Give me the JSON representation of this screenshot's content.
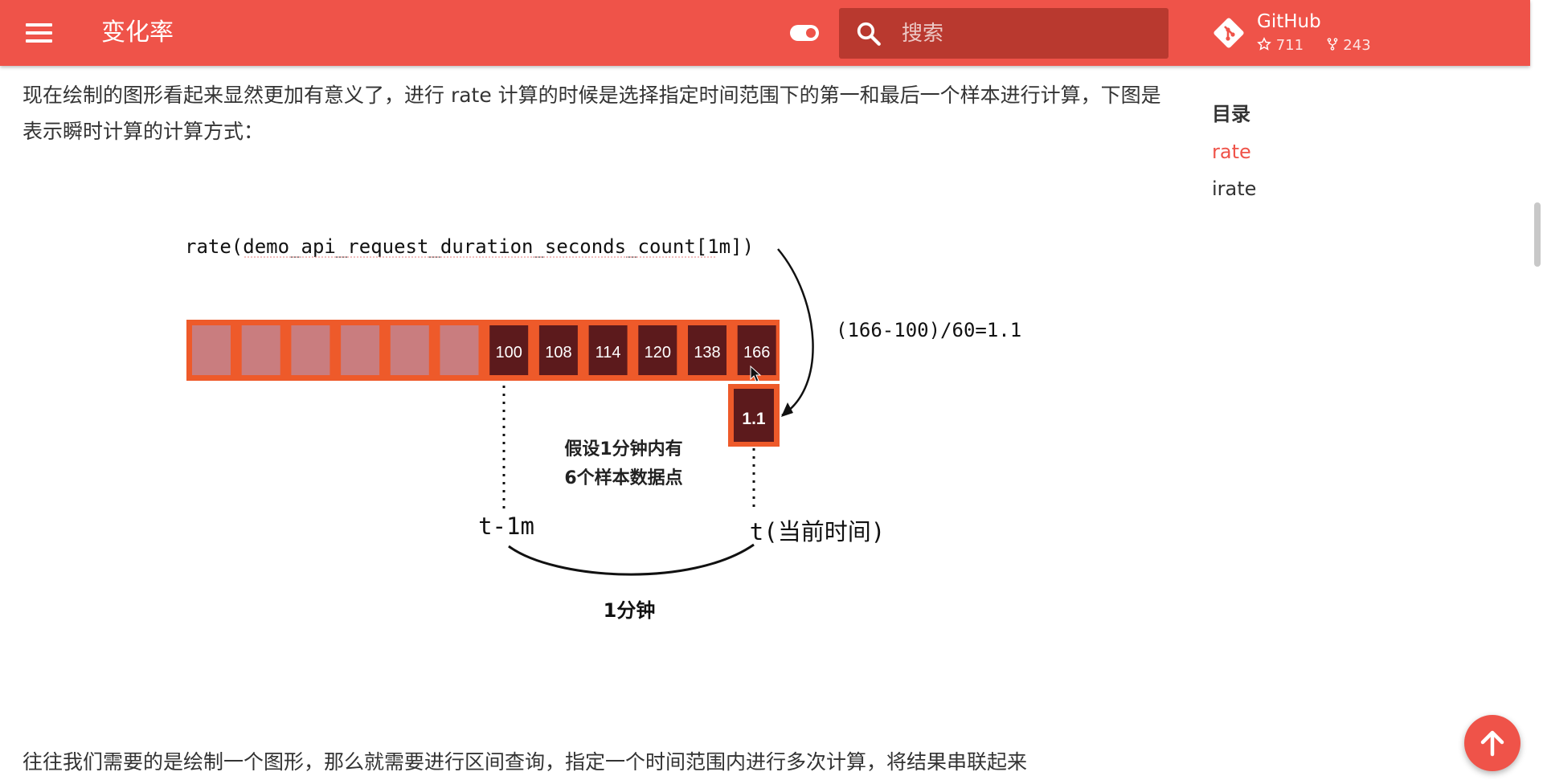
{
  "header": {
    "title": "变化率",
    "search_placeholder": "搜索",
    "repo": {
      "name": "GitHub",
      "stars": "711",
      "forks": "243"
    }
  },
  "main": {
    "para1": "现在绘制的图形看起来显然更加有意义了，进行 rate 计算的时候是选择指定时间范围下的第一和最后一个样本进行计算，下图是表示瞬时计算的计算方式：",
    "para2": "往往我们需要的是绘制一个图形，那么就需要进行区间查询，指定一个时间范围内进行多次计算，将结果串联起来"
  },
  "diagram": {
    "query": "rate(demo_api_request_duration_seconds_count[1m])",
    "formula": "(166-100)/60=1.1",
    "samples": [
      "100",
      "108",
      "114",
      "120",
      "138",
      "166"
    ],
    "result": "1.1",
    "note_line1": "假设1分钟内有",
    "note_line2": "6个样本数据点",
    "start_label": "t-1m",
    "end_label": "t(当前时间)",
    "duration_label": "1分钟"
  },
  "toc": {
    "title": "目录",
    "items": [
      {
        "label": "rate",
        "active": true
      },
      {
        "label": "irate",
        "active": false
      }
    ]
  },
  "colors": {
    "brand": "#ef5349",
    "cell_border": "#ee5a2a",
    "cell_empty": "#c97d7f",
    "cell_filled": "#5c1a1c",
    "active_link": "#ef5349",
    "text": "#333333"
  },
  "icons": [
    "menu-icon",
    "toggle-icon",
    "search-icon",
    "git-icon",
    "star-icon",
    "fork-icon",
    "arrow-up-icon"
  ]
}
